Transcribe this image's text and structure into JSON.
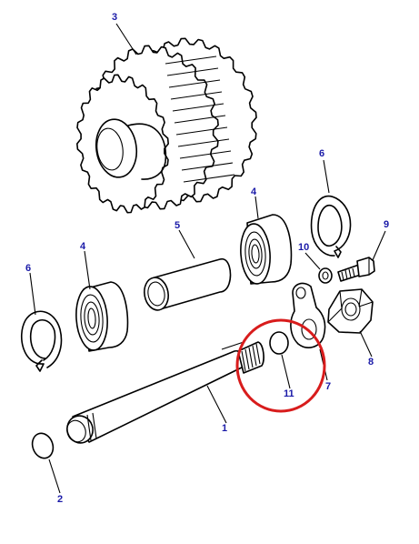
{
  "diagram": {
    "callouts": [
      {
        "id": "3",
        "label": "3"
      },
      {
        "id": "6a",
        "label": "6"
      },
      {
        "id": "9",
        "label": "9"
      },
      {
        "id": "4a",
        "label": "4"
      },
      {
        "id": "5",
        "label": "5"
      },
      {
        "id": "10",
        "label": "10"
      },
      {
        "id": "4b",
        "label": "4"
      },
      {
        "id": "6b",
        "label": "6"
      },
      {
        "id": "8",
        "label": "8"
      },
      {
        "id": "7",
        "label": "7"
      },
      {
        "id": "11",
        "label": "11"
      },
      {
        "id": "1",
        "label": "1"
      },
      {
        "id": "2",
        "label": "2"
      }
    ],
    "callout_color": "#1a1aa8",
    "highlight_color": "#d81c1c",
    "highlighted_part": "11"
  }
}
